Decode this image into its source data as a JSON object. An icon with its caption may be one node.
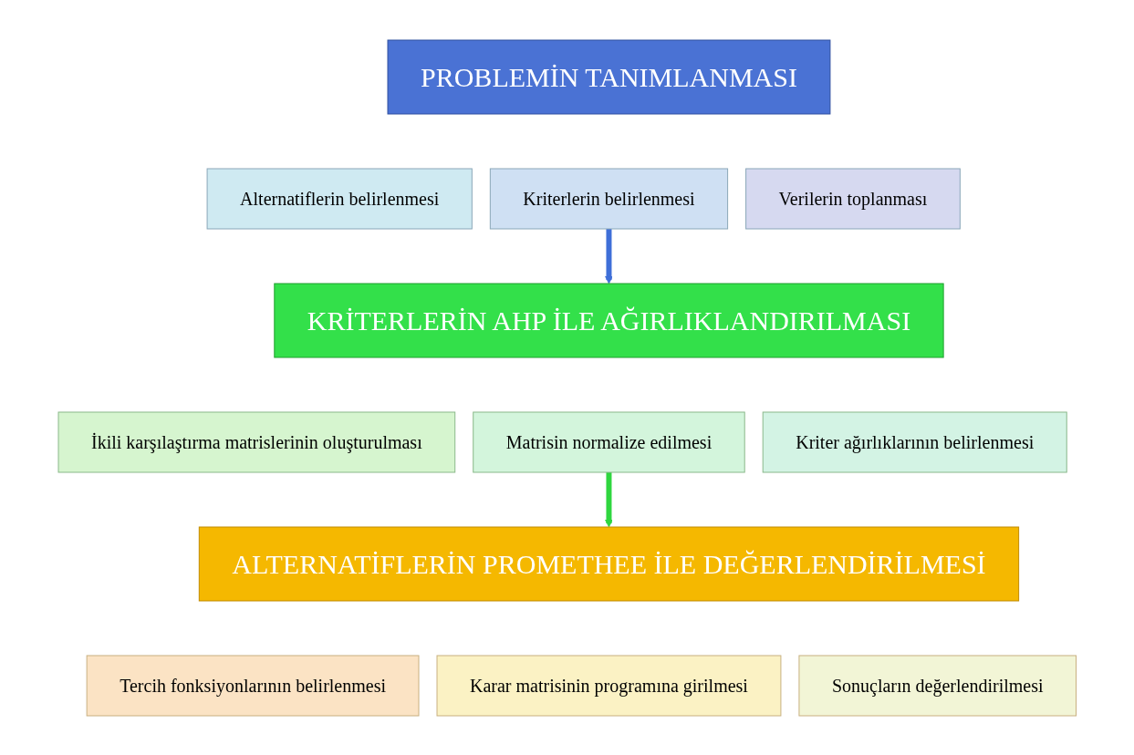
{
  "diagram": {
    "nodes": [
      {
        "text": [
          "PROBLEMİN TANIMLANMASI"
        ]
      },
      {
        "text": [
          "Alternatiflerin belirlenmesi"
        ]
      },
      {
        "text": [
          "Kriterlerin belirlenmesi"
        ]
      },
      {
        "text": [
          "Verilerin toplanması"
        ]
      },
      {
        "text": [
          "KRİTERLERİN AHP İLE AĞIRLIKLANDIRILMASI"
        ]
      },
      {
        "text": [
          "İkili karşılaştırma matrislerinin oluşturulması"
        ]
      },
      {
        "text": [
          "Matrisin normalize edilmesi"
        ]
      },
      {
        "text": [
          "Kriter ağırlıklarının belirlenmesi"
        ]
      },
      {
        "text": [
          "ALTERNATİFLERİN PROMETHEE İLE DEĞERLENDİRİLMESİ"
        ]
      },
      {
        "text": [
          "Tercih fonksiyonlarının belirlenmesi"
        ]
      },
      {
        "text": [
          "Karar matrisinin programına girilmesi"
        ]
      },
      {
        "text": [
          "Sonuçların değerlendirilmesi"
        ]
      }
    ],
    "edges": [
      {
        "from": 2,
        "to": 4,
        "arrow": "to",
        "color": "#3f6fd8"
      },
      {
        "from": 6,
        "to": 8,
        "arrow": "to",
        "color": "#2fd63f"
      }
    ]
  }
}
